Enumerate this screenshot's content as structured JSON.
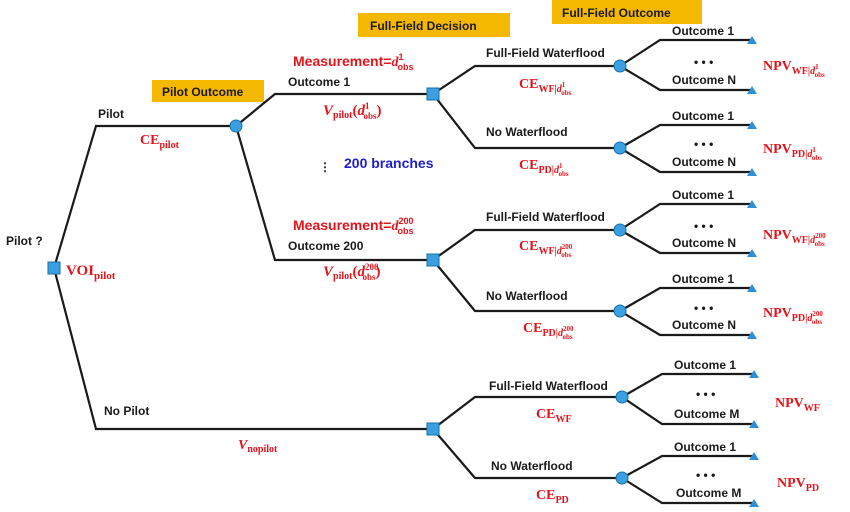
{
  "headers": {
    "pilot_outcome": "Pilot Outcome",
    "full_field_decision": "Full-Field Decision",
    "full_field_outcome": "Full-Field Outcome"
  },
  "colors": {
    "header_bg": "#f5b800",
    "edge": "#1a1a1a",
    "decision_node": "#3aa0e0",
    "chance_node": "#3aa0e0",
    "terminal": "#2e8fd6",
    "red_text": "#e3141b",
    "blue_text": "#1f1fc8"
  },
  "root": {
    "label": "Pilot ?",
    "value": "VOI",
    "value_sub": "pilot"
  },
  "pilot_branch": {
    "label": "Pilot",
    "ce": "CE",
    "ce_sub": "pilot",
    "branches_note": "200 branches",
    "vdots": "⋮",
    "outcome1": {
      "label": "Outcome 1",
      "measurement_prefix": "Measurement=",
      "d": "d",
      "d_sup": "1",
      "d_sub": "obs",
      "v": "V",
      "v_sub": "pilot",
      "v_arg_open": "(",
      "v_arg_d": "d",
      "v_arg_sup": "1",
      "v_arg_sub": "obs",
      "v_arg_close": ")"
    },
    "outcome200": {
      "label": "Outcome 200",
      "measurement_prefix": "Measurement=",
      "d": "d",
      "d_sup": "200",
      "d_sub": "obs",
      "v": "V",
      "v_sub": "pilot",
      "v_arg_open": "(",
      "v_arg_d": "d",
      "v_arg_sup": "200",
      "v_arg_sub": "obs",
      "v_arg_close": ")"
    }
  },
  "nopilot_branch": {
    "label": "No Pilot",
    "v": "V",
    "v_sub": "nopilot"
  },
  "decisions": {
    "o1_wf": {
      "label": "Full-Field Waterflood",
      "ce": "CE",
      "ce_sub": "WF|",
      "d": "d",
      "d_sup": "1",
      "d_sub": "obs",
      "npv": "NPV",
      "npv_sub": "WF|",
      "npv_d": "d",
      "npv_sup": "1",
      "npv_dsub": "obs"
    },
    "o1_nw": {
      "label": "No Waterflood",
      "ce": "CE",
      "ce_sub": "PD|",
      "d": "d",
      "d_sup": "1",
      "d_sub": "obs",
      "npv": "NPV",
      "npv_sub": "PD|",
      "npv_d": "d",
      "npv_sup": "1",
      "npv_dsub": "obs"
    },
    "o200_wf": {
      "label": "Full-Field Waterflood",
      "ce": "CE",
      "ce_sub": "WF|",
      "d": "d",
      "d_sup": "200",
      "d_sub": "obs",
      "npv": "NPV",
      "npv_sub": "WF|",
      "npv_d": "d",
      "npv_sup": "200",
      "npv_dsub": "obs"
    },
    "o200_nw": {
      "label": "No Waterflood",
      "ce": "CE",
      "ce_sub": "PD|",
      "d": "d",
      "d_sup": "200",
      "d_sub": "obs",
      "npv": "NPV",
      "npv_sub": "PD|",
      "npv_d": "d",
      "npv_sup": "200",
      "npv_dsub": "obs"
    },
    "np_wf": {
      "label": "Full-Field Waterflood",
      "ce": "CE",
      "ce_sub": "WF",
      "npv": "NPV",
      "npv_sub": "WF"
    },
    "np_nw": {
      "label": "No Waterflood",
      "ce": "CE",
      "ce_sub": "PD",
      "npv": "NPV",
      "npv_sub": "PD"
    }
  },
  "outcomes": {
    "first": "Outcome 1",
    "dots": "• • •",
    "last_n": "Outcome N",
    "last_m": "Outcome M"
  }
}
